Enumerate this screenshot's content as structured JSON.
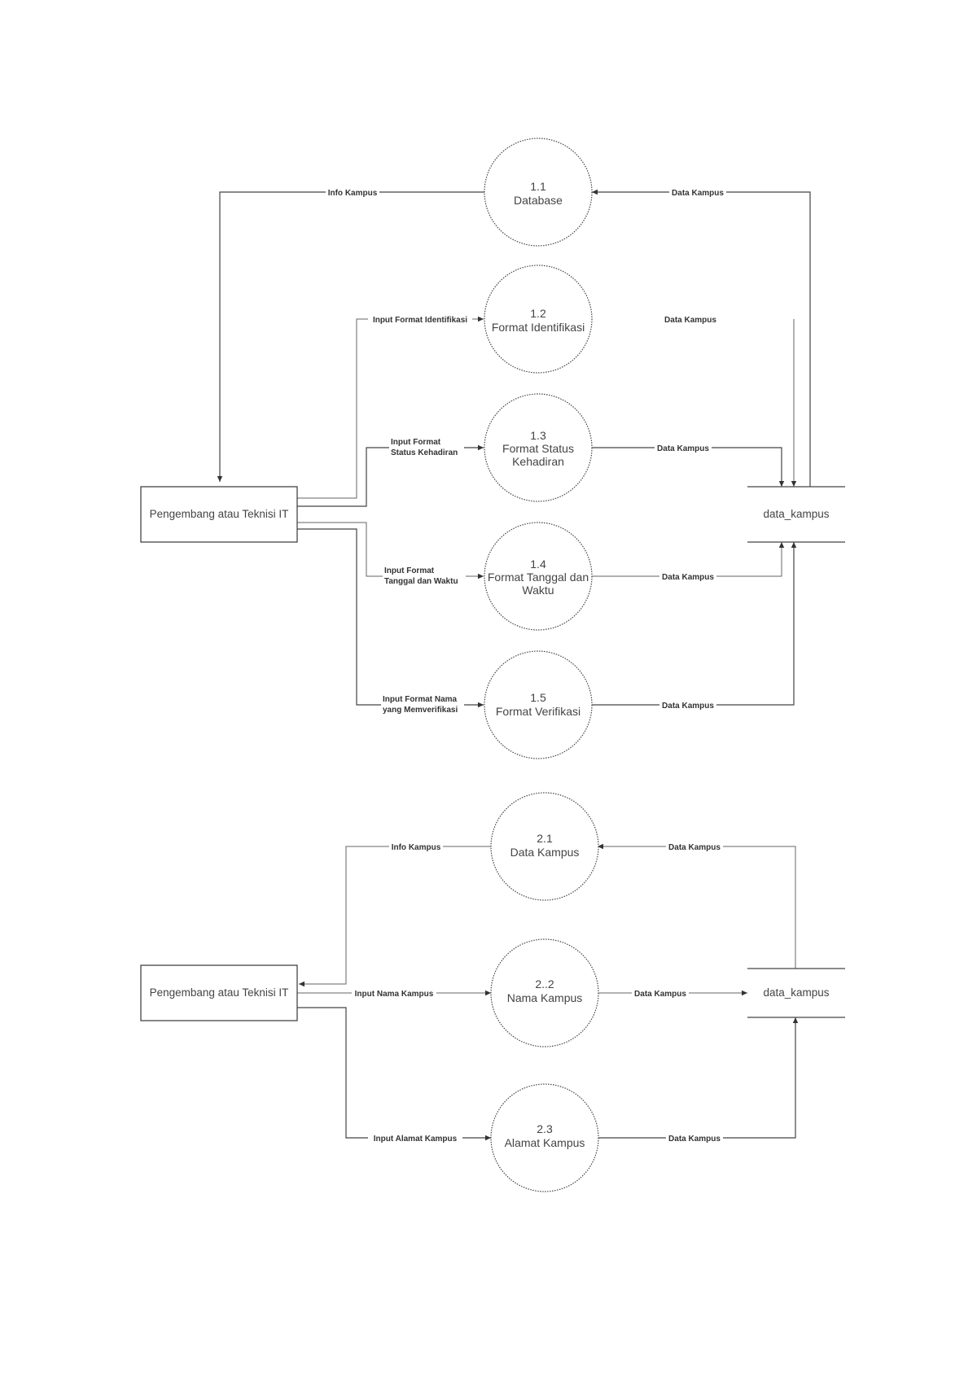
{
  "diagram1": {
    "entity": "Pengembang atau Teknisi IT",
    "store": "data_kampus",
    "processes": [
      {
        "id": "1.1",
        "lines": [
          "Database"
        ]
      },
      {
        "id": "1.2",
        "lines": [
          "Format Identifikasi"
        ]
      },
      {
        "id": "1.3",
        "lines": [
          "Format Status",
          "Kehadiran"
        ]
      },
      {
        "id": "1.4",
        "lines": [
          "Format Tanggal dan",
          "Waktu"
        ]
      },
      {
        "id": "1.5",
        "lines": [
          "Format Verifikasi"
        ]
      }
    ],
    "flows": {
      "info_kampus": "Info Kampus",
      "data_kampus_1": "Data Kampus",
      "input_1_2": "Input Format Identifikasi",
      "data_kampus_2": "Data Kampus",
      "input_1_3": [
        "Input Format",
        "Status Kehadiran"
      ],
      "data_kampus_3": "Data Kampus",
      "input_1_4": [
        "Input Format",
        "Tanggal dan Waktu"
      ],
      "data_kampus_4": "Data Kampus",
      "input_1_5": [
        "Input Format Nama",
        "yang Memverifikasi"
      ],
      "data_kampus_5": "Data Kampus"
    }
  },
  "diagram2": {
    "entity": "Pengembang atau Teknisi IT",
    "store": "data_kampus",
    "processes": [
      {
        "id": "2.1",
        "lines": [
          "Data Kampus"
        ]
      },
      {
        "id": "2..2",
        "lines": [
          "Nama Kampus"
        ]
      },
      {
        "id": "2.3",
        "lines": [
          "Alamat Kampus"
        ]
      }
    ],
    "flows": {
      "info_kampus": "Info Kampus",
      "data_kampus_1": "Data Kampus",
      "input_2_2": "Input Nama Kampus",
      "data_kampus_2": "Data Kampus",
      "input_2_3": "Input Alamat Kampus",
      "data_kampus_3": "Data Kampus"
    }
  }
}
